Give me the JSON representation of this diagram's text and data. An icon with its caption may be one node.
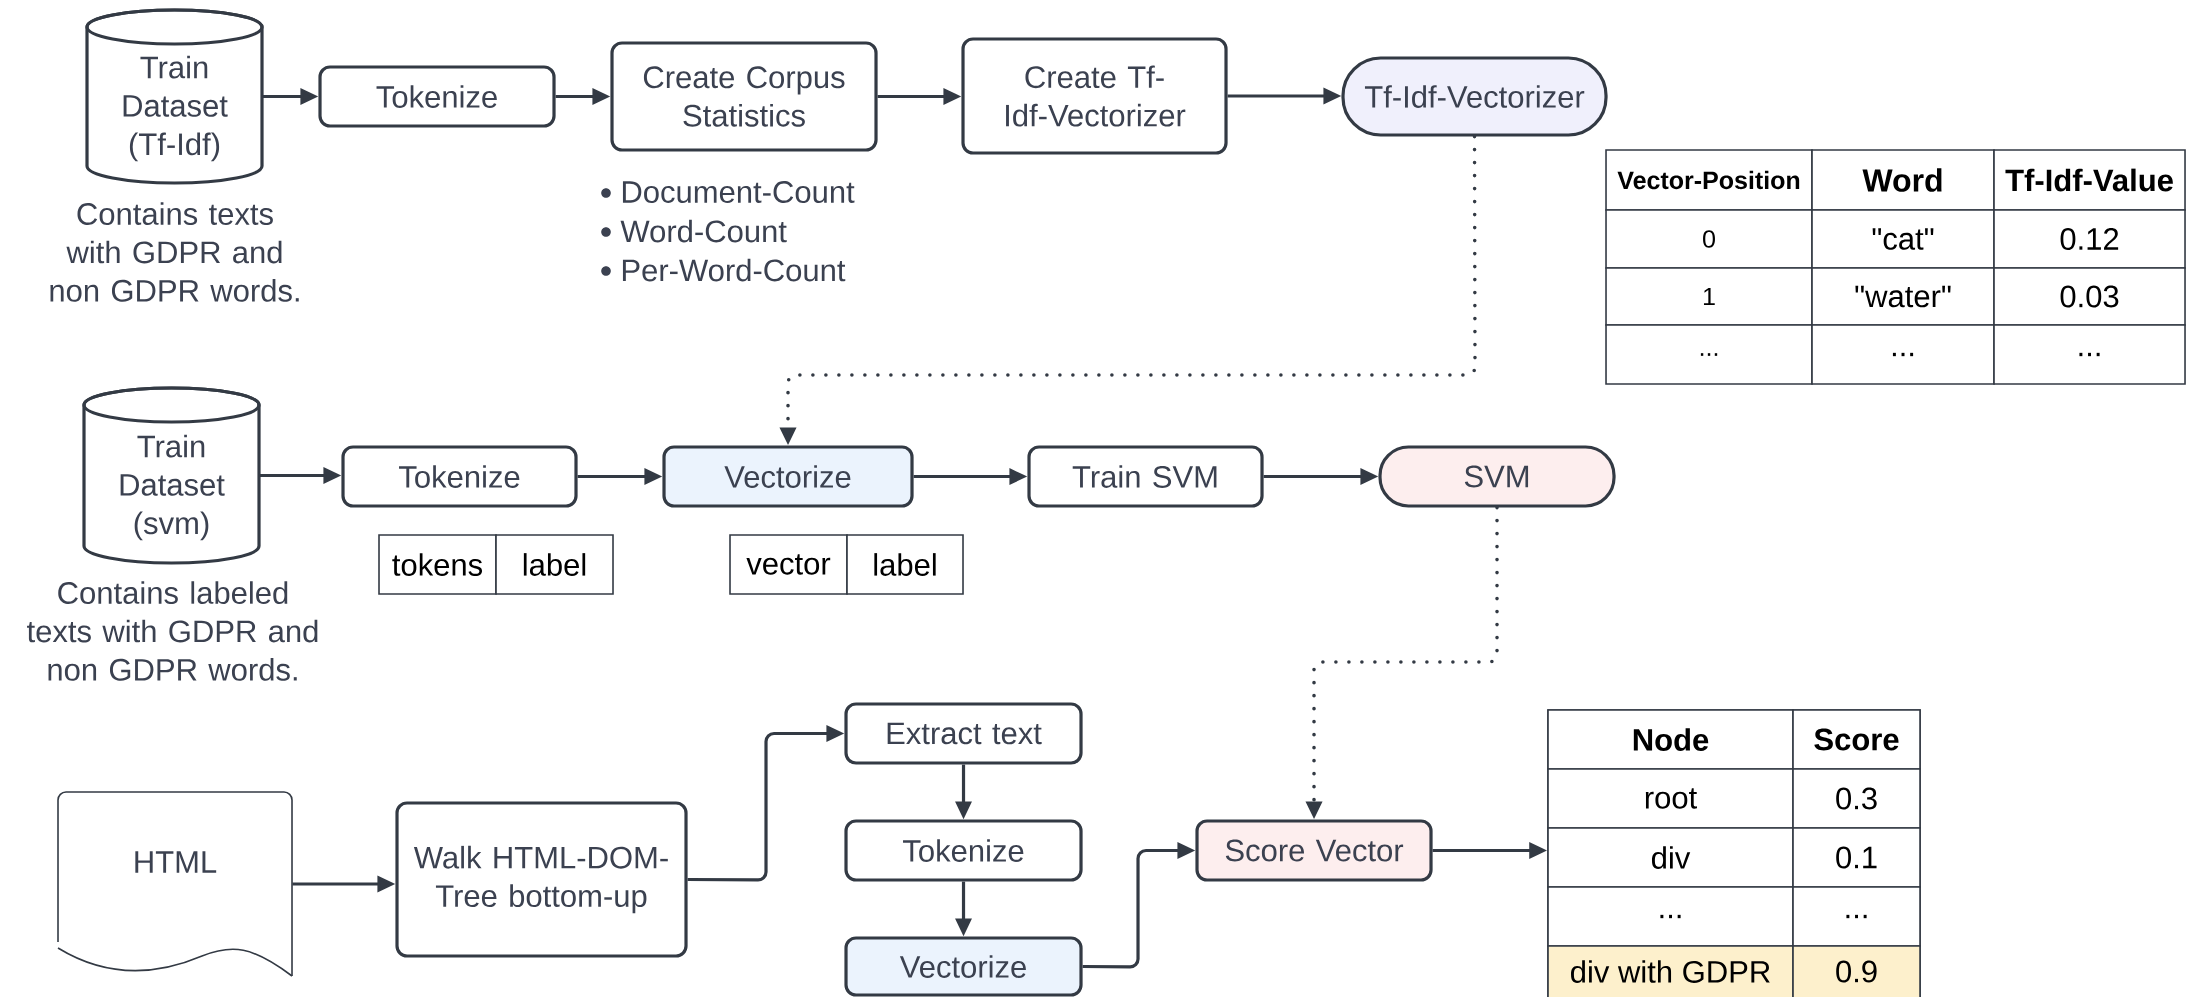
{
  "diagram": {
    "nodes": [
      {
        "text": [
          "Train Dataset (Tf-Idf)"
        ],
        "beside": [
          "Contains texts with GDPR and non GDPR words."
        ]
      },
      {
        "text": [
          "Tokenize"
        ]
      },
      {
        "text": [
          "Create Corpus Statistics"
        ],
        "beside": [
          "Document-Count",
          "Word-Count",
          "Per-Word-Count"
        ]
      },
      {
        "text": [
          "Create Tf-Idf-Vectorizer"
        ]
      },
      {
        "text": [
          "Tf-Idf-Vectorizer"
        ]
      },
      {
        "text": [
          "Train Dataset (svm)"
        ],
        "beside": [
          "Contains labeled texts with GDPR and non GDPR words."
        ]
      },
      {
        "text": [
          "Tokenize"
        ]
      },
      {
        "text": [
          "Vectorize"
        ]
      },
      {
        "text": [
          "Train SVM"
        ]
      },
      {
        "text": [
          "SVM"
        ]
      },
      {
        "text": [
          "HTML"
        ]
      },
      {
        "text": [
          "Walk HTML-DOM-Tree bottom-up"
        ]
      },
      {
        "text": [
          "Extract text"
        ]
      },
      {
        "text": [
          "Tokenize"
        ]
      },
      {
        "text": [
          "Vectorize"
        ]
      },
      {
        "text": [
          "Score Vector"
        ]
      },
      {
        "text": [],
        "shape": "table"
      }
    ],
    "edges": [
      {
        "from": 0,
        "to": 1,
        "arrow": "to"
      },
      {
        "from": 1,
        "to": 2,
        "arrow": "to"
      },
      {
        "from": 2,
        "to": 3,
        "arrow": "to"
      },
      {
        "from": 3,
        "to": 4,
        "arrow": "to"
      },
      {
        "from": 4,
        "to": 7,
        "arrow": "to",
        "style": "dashed"
      },
      {
        "from": 5,
        "to": 6,
        "arrow": "to"
      },
      {
        "from": 6,
        "to": 7,
        "arrow": "to"
      },
      {
        "from": 7,
        "to": 8,
        "arrow": "to"
      },
      {
        "from": 8,
        "to": 9,
        "arrow": "to"
      },
      {
        "from": 9,
        "to": 15,
        "arrow": "to",
        "style": "dashed"
      },
      {
        "from": 10,
        "to": 11,
        "arrow": "to"
      },
      {
        "from": 11,
        "to": 12,
        "arrow": "to"
      },
      {
        "from": 12,
        "to": 13,
        "arrow": "to"
      },
      {
        "from": 13,
        "to": 14,
        "arrow": "to"
      },
      {
        "from": 14,
        "to": 15,
        "arrow": "to"
      },
      {
        "from": 15,
        "to": 16,
        "arrow": "to"
      }
    ],
    "labels": [
      "tokens",
      "label",
      "vector",
      "label",
      "Vector-Position",
      "Word",
      "Tf-Idf-Value",
      "0",
      "\"cat\"",
      "0.12",
      "1",
      "\"water\"",
      "0.03",
      "...",
      "...",
      "...",
      "Node",
      "Score",
      "root",
      "0.3",
      "div",
      "0.1",
      "...",
      "...",
      "div with GDPR",
      "0.9"
    ]
  }
}
